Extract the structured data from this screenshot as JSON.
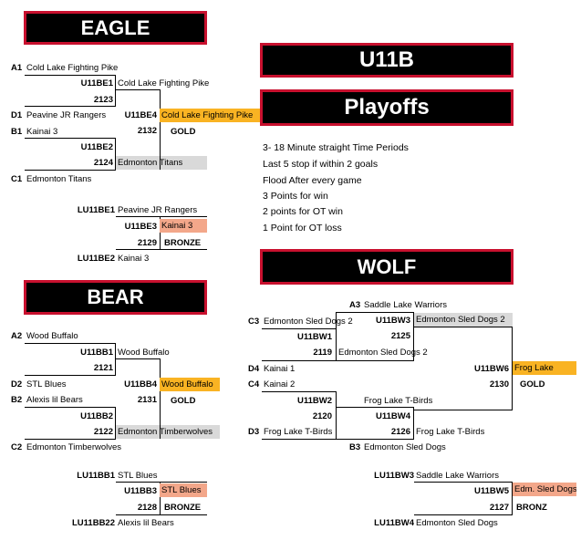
{
  "banners": {
    "eagle": "EAGLE",
    "u11b": "U11B",
    "playoffs": "Playoffs",
    "wolf": "WOLF",
    "bear": "BEAR"
  },
  "rules": [
    "3- 18 Minute straight Time Periods",
    "Last 5 stop if within 2 goals",
    "Flood After every game",
    "3 Points for win",
    "2 points for OT win",
    "1 Point for OT loss"
  ],
  "eagle": {
    "a1": {
      "seed": "A1",
      "team": "Cold Lake Fighting Pike"
    },
    "d1": {
      "seed": "D1",
      "team": "Peavine JR Rangers"
    },
    "b1": {
      "seed": "B1",
      "team": "Kainai 3"
    },
    "c1": {
      "seed": "C1",
      "team": "Edmonton Titans"
    },
    "g1": {
      "code": "U11BE1",
      "num": "2123",
      "winner": "Cold Lake Fighting Pike"
    },
    "g2": {
      "code": "U11BE2",
      "num": "2124",
      "winner": "Edmonton Titans"
    },
    "g4": {
      "code": "U11BE4",
      "num": "2132",
      "winner": "Cold Lake Fighting Pike",
      "medal": "GOLD"
    },
    "bronze": {
      "l1": "LU11BE1",
      "l1team": "Peavine JR Rangers",
      "code": "U11BE3",
      "winner": "Kainai 3",
      "num": "2129",
      "medal": "BRONZE",
      "l2": "LU11BE2",
      "l2team": "Kainai 3"
    }
  },
  "bear": {
    "a2": {
      "seed": "A2",
      "team": "Wood Buffalo"
    },
    "d2": {
      "seed": "D2",
      "team": "STL Blues"
    },
    "b2": {
      "seed": "B2",
      "team": "Alexis lil Bears"
    },
    "c2": {
      "seed": "C2",
      "team": "Edmonton Timberwolves"
    },
    "g1": {
      "code": "U11BB1",
      "num": "2121",
      "winner": "Wood Buffalo"
    },
    "g2": {
      "code": "U11BB2",
      "num": "2122",
      "winner": "Edmonton Timberwolves"
    },
    "g4": {
      "code": "U11BB4",
      "num": "2131",
      "winner": "Wood Buffalo",
      "medal": "GOLD"
    },
    "bronze": {
      "l1": "LU11BB1",
      "l1team": "STL Blues",
      "code": "U11BB3",
      "winner": "STL Blues",
      "num": "2128",
      "medal": "BRONZE",
      "l2": "LU11BB22",
      "l2team": "Alexis lil Bears"
    }
  },
  "wolf": {
    "a3": {
      "seed": "A3",
      "team": "Saddle Lake Warriors"
    },
    "c3": {
      "seed": "C3",
      "team": "Edmonton Sled Dogs 2"
    },
    "d4": {
      "seed": "D4",
      "team": "Kainai 1"
    },
    "c4": {
      "seed": "C4",
      "team": "Kainai 2"
    },
    "d3": {
      "seed": "D3",
      "team": "Frog Lake T-Birds"
    },
    "b3": {
      "seed": "B3",
      "team": "Edmonton Sled Dogs"
    },
    "w3": {
      "code": "U11BW3",
      "num": "2125",
      "winner": "Edmonton Sled Dogs 2"
    },
    "w1": {
      "code": "U11BW1",
      "num": "2119",
      "winner": "Edmonton Sled Dogs 2"
    },
    "w2": {
      "code": "U11BW2",
      "num": "2120",
      "winner": "Frog Lake T-Birds"
    },
    "w4": {
      "code": "U11BW4",
      "num": "2126",
      "winner": "Frog Lake T-Birds"
    },
    "w6": {
      "code": "U11BW6",
      "num": "2130",
      "winner": "Frog Lake",
      "medal": "GOLD"
    },
    "bronze": {
      "l1": "LU11BW3",
      "l1team": "Saddle Lake Warriors",
      "code": "U11BW5",
      "winner": "Edm. Sled Dogs",
      "num": "2127",
      "medal": "BRONZ",
      "l2": "LU11BW4",
      "l2team": "Edmonton Sled Dogs"
    }
  }
}
